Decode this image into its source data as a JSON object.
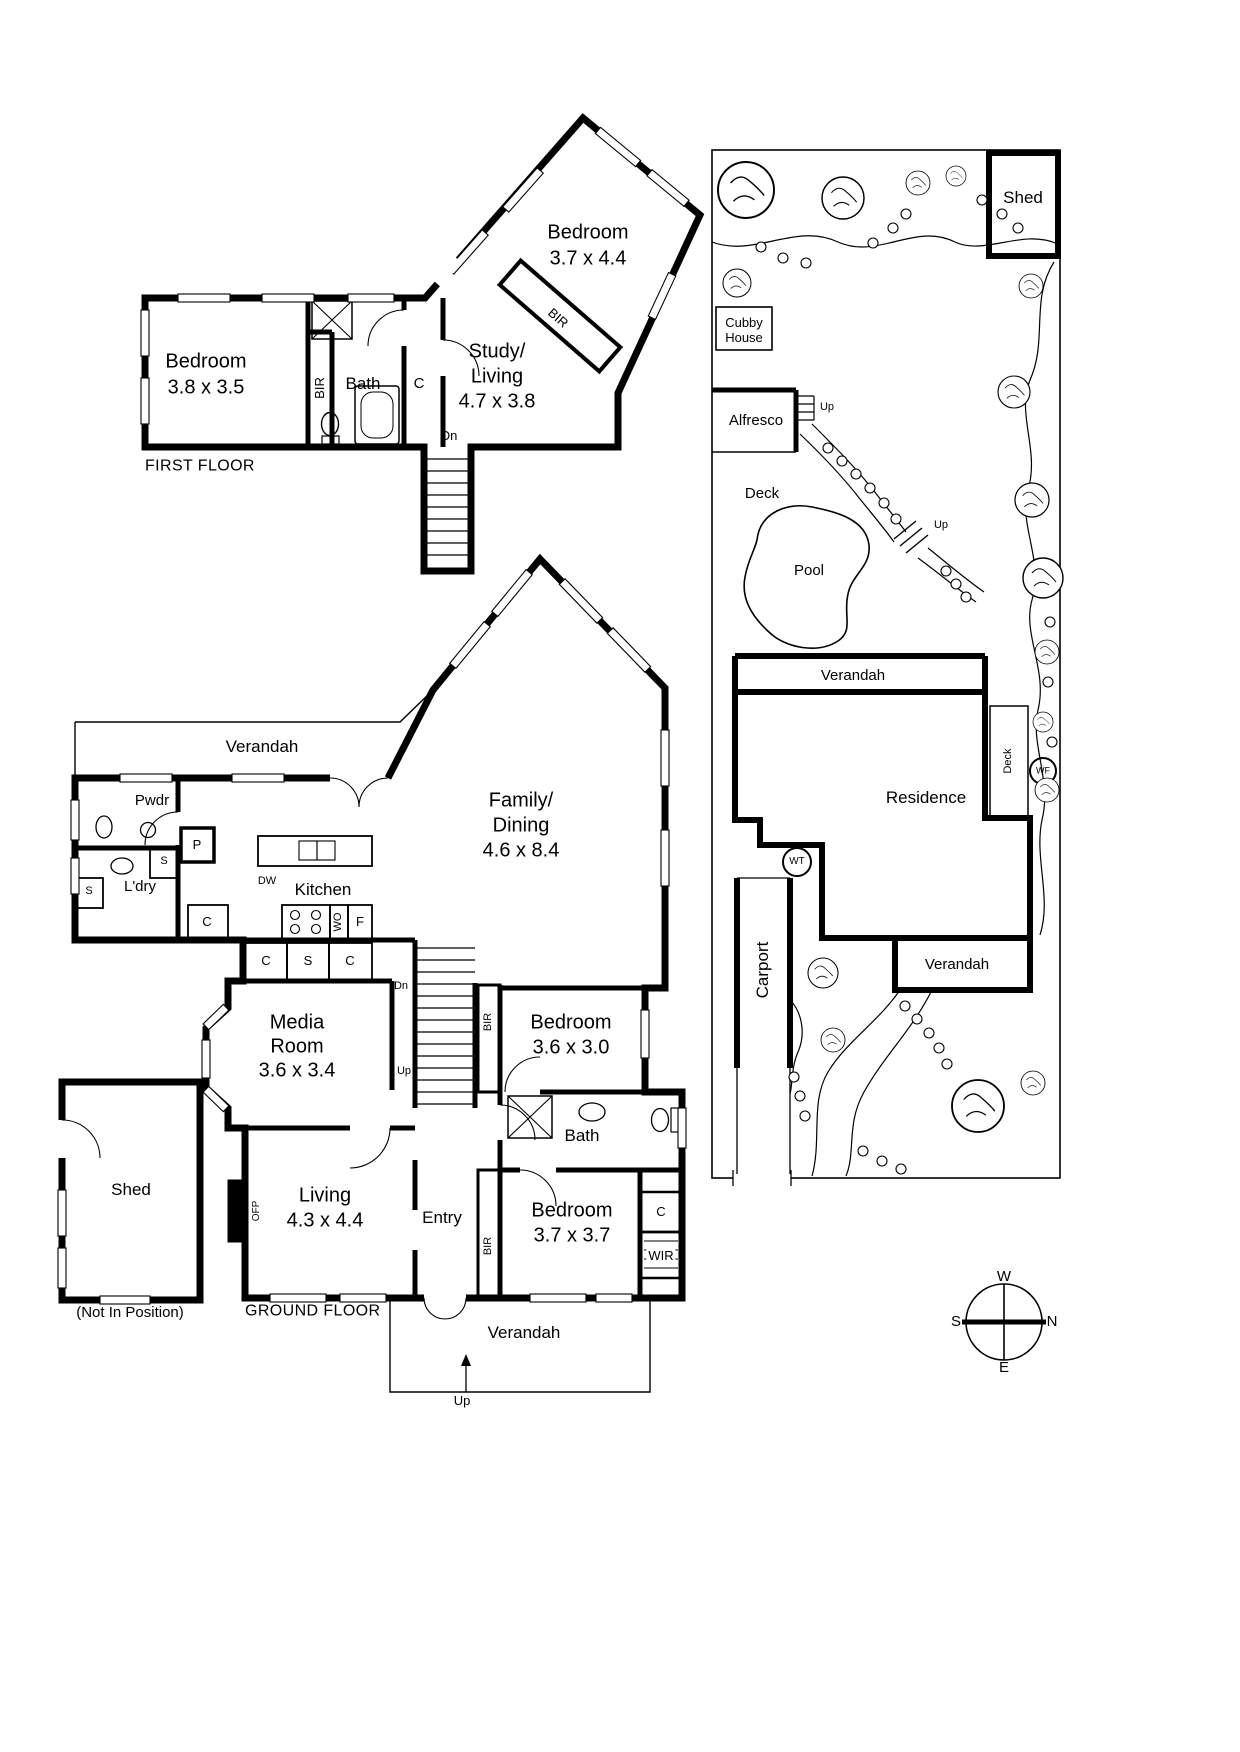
{
  "page": {
    "background": "#ffffff",
    "ink": "#000000"
  },
  "first_floor": {
    "caption": "FIRST FLOOR",
    "bedroom_top": {
      "name": "Bedroom",
      "dims": "3.7 x 4.4"
    },
    "bir_top": "BIR",
    "bedroom_left": {
      "name": "Bedroom",
      "dims": "3.8 x 3.5"
    },
    "bir_left": "BIR",
    "bath": "Bath",
    "closet": "C",
    "study_living": {
      "line1": "Study/",
      "line2": "Living",
      "dims": "4.7 x 3.8"
    },
    "stairs": {
      "down": "Dn"
    }
  },
  "ground_floor": {
    "caption": "GROUND FLOOR",
    "verandah_top": "Verandah",
    "powder": "Pwdr",
    "pantry": "P",
    "laundry": {
      "name": "L'dry",
      "sink1": "S",
      "sink2": "S"
    },
    "kitchen": {
      "name": "Kitchen",
      "dishwasher": "DW",
      "cupboard": "C",
      "wall_oven": "WO",
      "fridge": "F"
    },
    "hall_cupboards": {
      "c1": "C",
      "s": "S",
      "c2": "C"
    },
    "family_dining": {
      "line1": "Family/",
      "line2": "Dining",
      "dims": "4.6 x 8.4"
    },
    "stairs": {
      "down": "Dn",
      "up": "Up"
    },
    "bir_hall": "BIR",
    "bedroom_mid": {
      "name": "Bedroom",
      "dims": "3.6 x 3.0"
    },
    "bath": "Bath",
    "media_room": {
      "line1": "Media",
      "line2": "Room",
      "dims": "3.6 x 3.4"
    },
    "fireplace": "OFP",
    "living": {
      "name": "Living",
      "dims": "4.3 x 4.4"
    },
    "entry": "Entry",
    "bir_bedroom": "BIR",
    "bedroom_rear": {
      "name": "Bedroom",
      "dims": "3.7 x 3.7"
    },
    "closet_rear": "C",
    "wir": "WIR",
    "shed": {
      "name": "Shed",
      "note": "(Not In Position)"
    },
    "verandah_bottom": "Verandah",
    "up_label": "Up"
  },
  "site_plan": {
    "shed": "Shed",
    "cubby_house": {
      "line1": "Cubby",
      "line2": "House"
    },
    "alfresco": "Alfresco",
    "up_steps_top": "Up",
    "deck_top": "Deck",
    "pool": "Pool",
    "up_steps_mid": "Up",
    "verandah_top": "Verandah",
    "deck_side": "Deck",
    "water_feature": "WF",
    "residence": "Residence",
    "water_tank": "WT",
    "carport": "Carport",
    "verandah_bottom": "Verandah"
  },
  "compass": {
    "top": "W",
    "right": "N",
    "left": "S",
    "bottom": "E"
  }
}
